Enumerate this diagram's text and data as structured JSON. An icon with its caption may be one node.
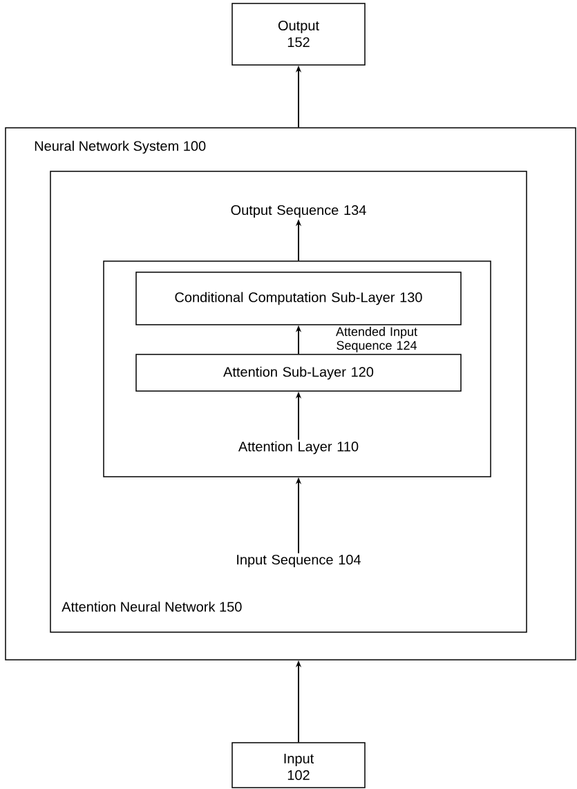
{
  "diagram": {
    "nodes": [
      {
        "text": [
          "Output 152"
        ]
      },
      {
        "text": [
          "Neural Network System 100"
        ]
      },
      {
        "text": [
          "Attention Neural Network 150"
        ],
        "in": 1
      },
      {
        "text": [
          "Output Sequence 134"
        ],
        "in": 2
      },
      {
        "text": [
          "Attention Layer 110"
        ],
        "in": 2
      },
      {
        "text": [
          "Conditional Computation Sub-Layer 130"
        ],
        "in": 4
      },
      {
        "text": [
          "Attention Sub-Layer 120"
        ],
        "in": 4
      },
      {
        "text": [
          "Input Sequence 104"
        ],
        "in": 2
      },
      {
        "text": [
          "Input 102"
        ]
      }
    ],
    "edges": [
      {
        "from": 8,
        "to": 1,
        "arrow": "to"
      },
      {
        "from": 1,
        "to": 0,
        "arrow": "to"
      },
      {
        "from": 7,
        "to": 4,
        "arrow": "to"
      },
      {
        "from": 4,
        "to": 6,
        "arrow": "to"
      },
      {
        "from": 6,
        "to": 5,
        "arrow": "to",
        "label": "Attended Input Sequence 124"
      },
      {
        "from": 4,
        "to": 3,
        "arrow": "to"
      }
    ]
  }
}
